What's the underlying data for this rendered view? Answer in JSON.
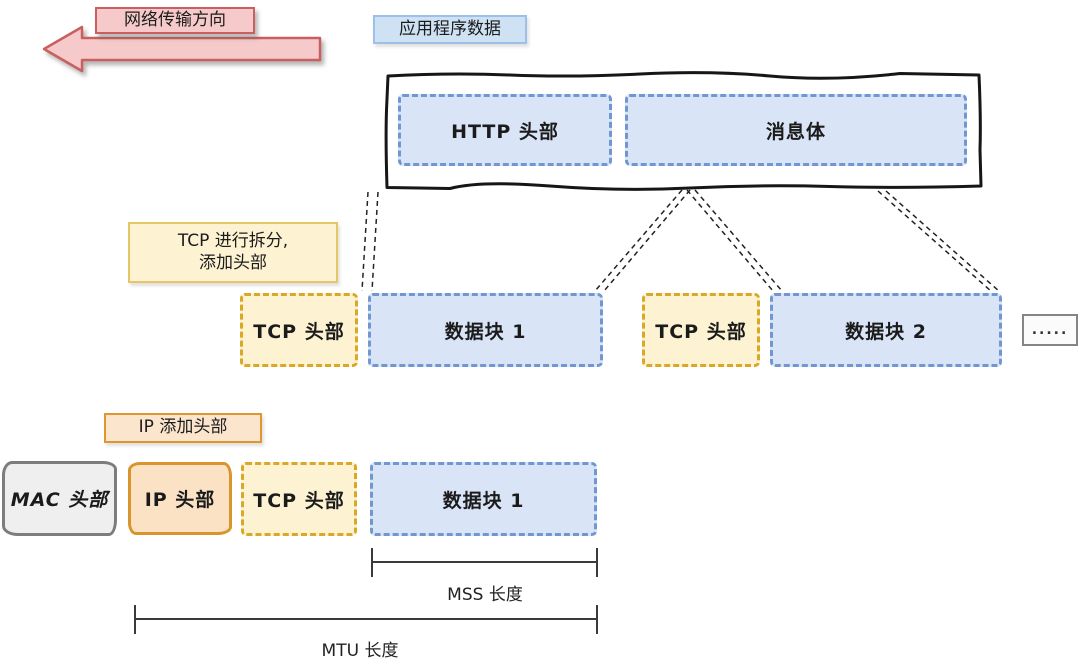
{
  "direction": {
    "label": "网络传输方向"
  },
  "app_data": {
    "label": "应用程序数据",
    "http_header": "HTTP 头部",
    "message_body": "消息体"
  },
  "tcp_step": {
    "label_line1": "TCP 进行拆分,",
    "label_line2": "添加头部",
    "segments": [
      {
        "header": "TCP 头部",
        "block": "数据块 1"
      },
      {
        "header": "TCP 头部",
        "block": "数据块 2"
      }
    ],
    "ellipsis": "....."
  },
  "ip_step": {
    "label": "IP 添加头部",
    "mac_header": "MAC 头部",
    "ip_header": "IP 头部",
    "tcp_header": "TCP 头部",
    "data_block": "数据块 1"
  },
  "measures": {
    "mss": "MSS 长度",
    "mtu": "MTU 长度"
  },
  "colors": {
    "arrow_fill": "#f6caca",
    "arrow_border": "#c9605f",
    "blue_fill": "#d9e5f7",
    "blue_border": "#7197d1",
    "yellow_fill": "#fdf3d3",
    "yellow_border": "#d9a826",
    "orange_fill": "#fce5cd",
    "orange_border": "#e0962e",
    "gray_fill": "#efefef",
    "gray_border": "#7d7d7d",
    "outline_black": "#161616"
  }
}
